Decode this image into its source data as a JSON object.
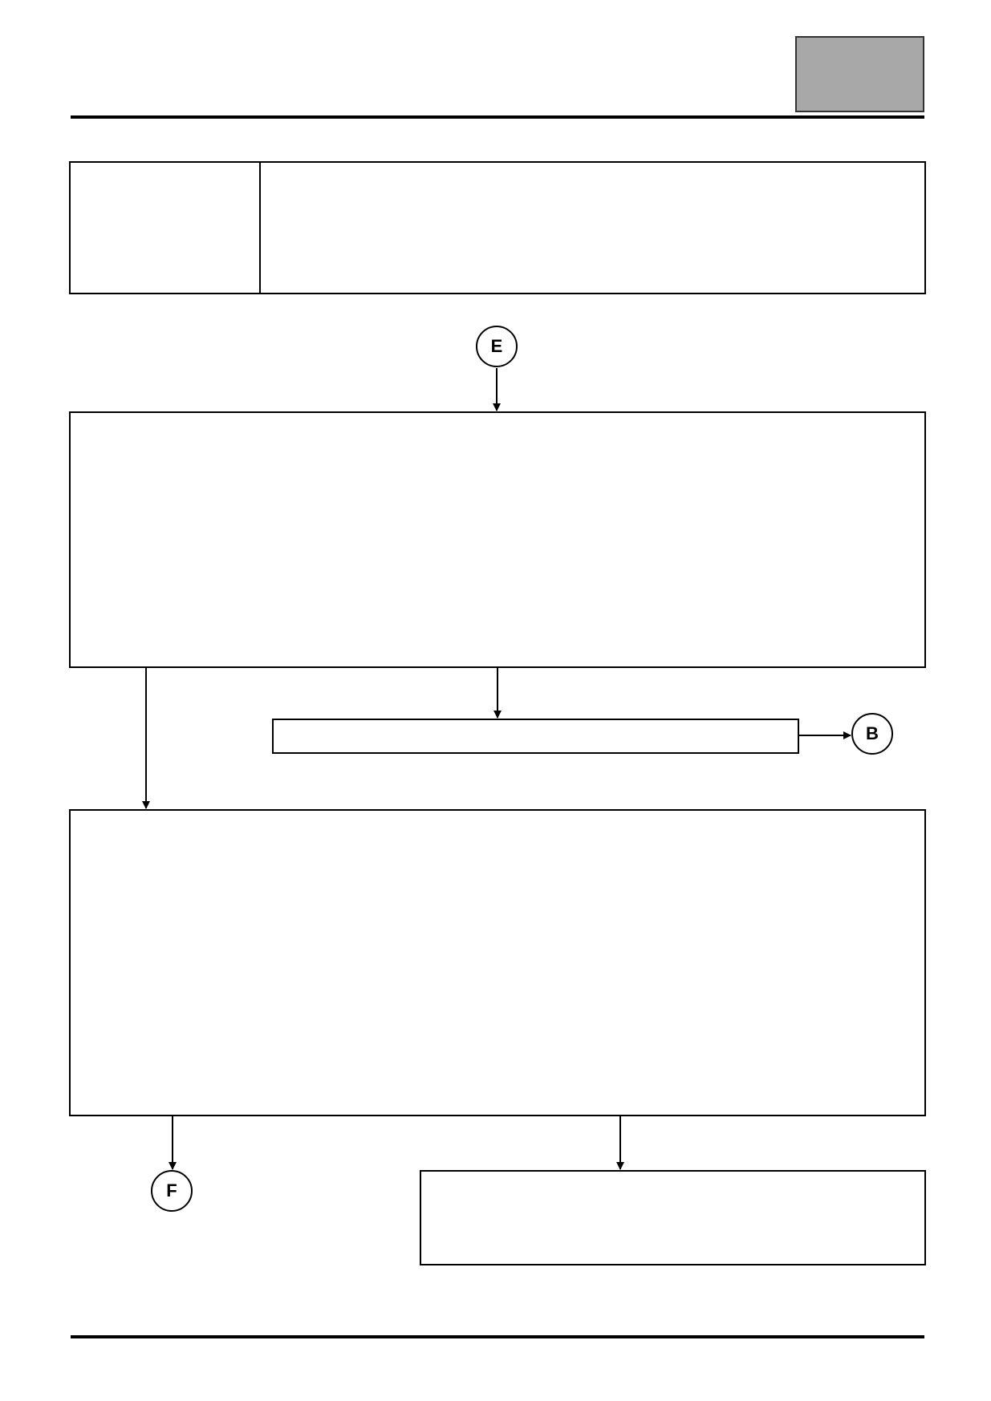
{
  "connectors": {
    "entry": "E",
    "exit_right": "B",
    "exit_bottom": "F"
  },
  "colors": {
    "tab_fill": "#a8a8a8",
    "line": "#000000"
  }
}
